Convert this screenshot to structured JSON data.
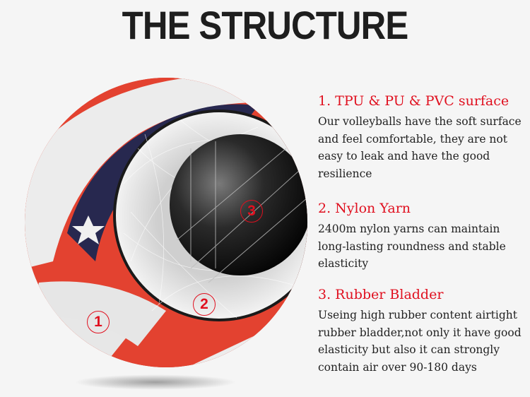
{
  "header": {
    "title": "THE STRUCTURE"
  },
  "diagram": {
    "labels": [
      "1",
      "2",
      "3"
    ],
    "colors": {
      "accent_red": "#e0101f",
      "ball_red": "#e34230",
      "ball_navy": "#27284f",
      "ball_white": "#ececec",
      "bladder_black": "#111111"
    }
  },
  "sections": [
    {
      "heading": "1. TPU & PU & PVC surface",
      "body": "Our volleyballs have the soft surface and feel comfortable, they are not easy to leak and have the good resilience"
    },
    {
      "heading": "2. Nylon Yarn",
      "body": "2400m nylon yarns can maintain long-lasting roundness and stable elasticity"
    },
    {
      "heading": "3. Rubber Bladder",
      "body": "Useing high rubber content airtight rubber bladder,not only it have good elasticity but also it can strongly contain air over 90-180 days"
    }
  ]
}
